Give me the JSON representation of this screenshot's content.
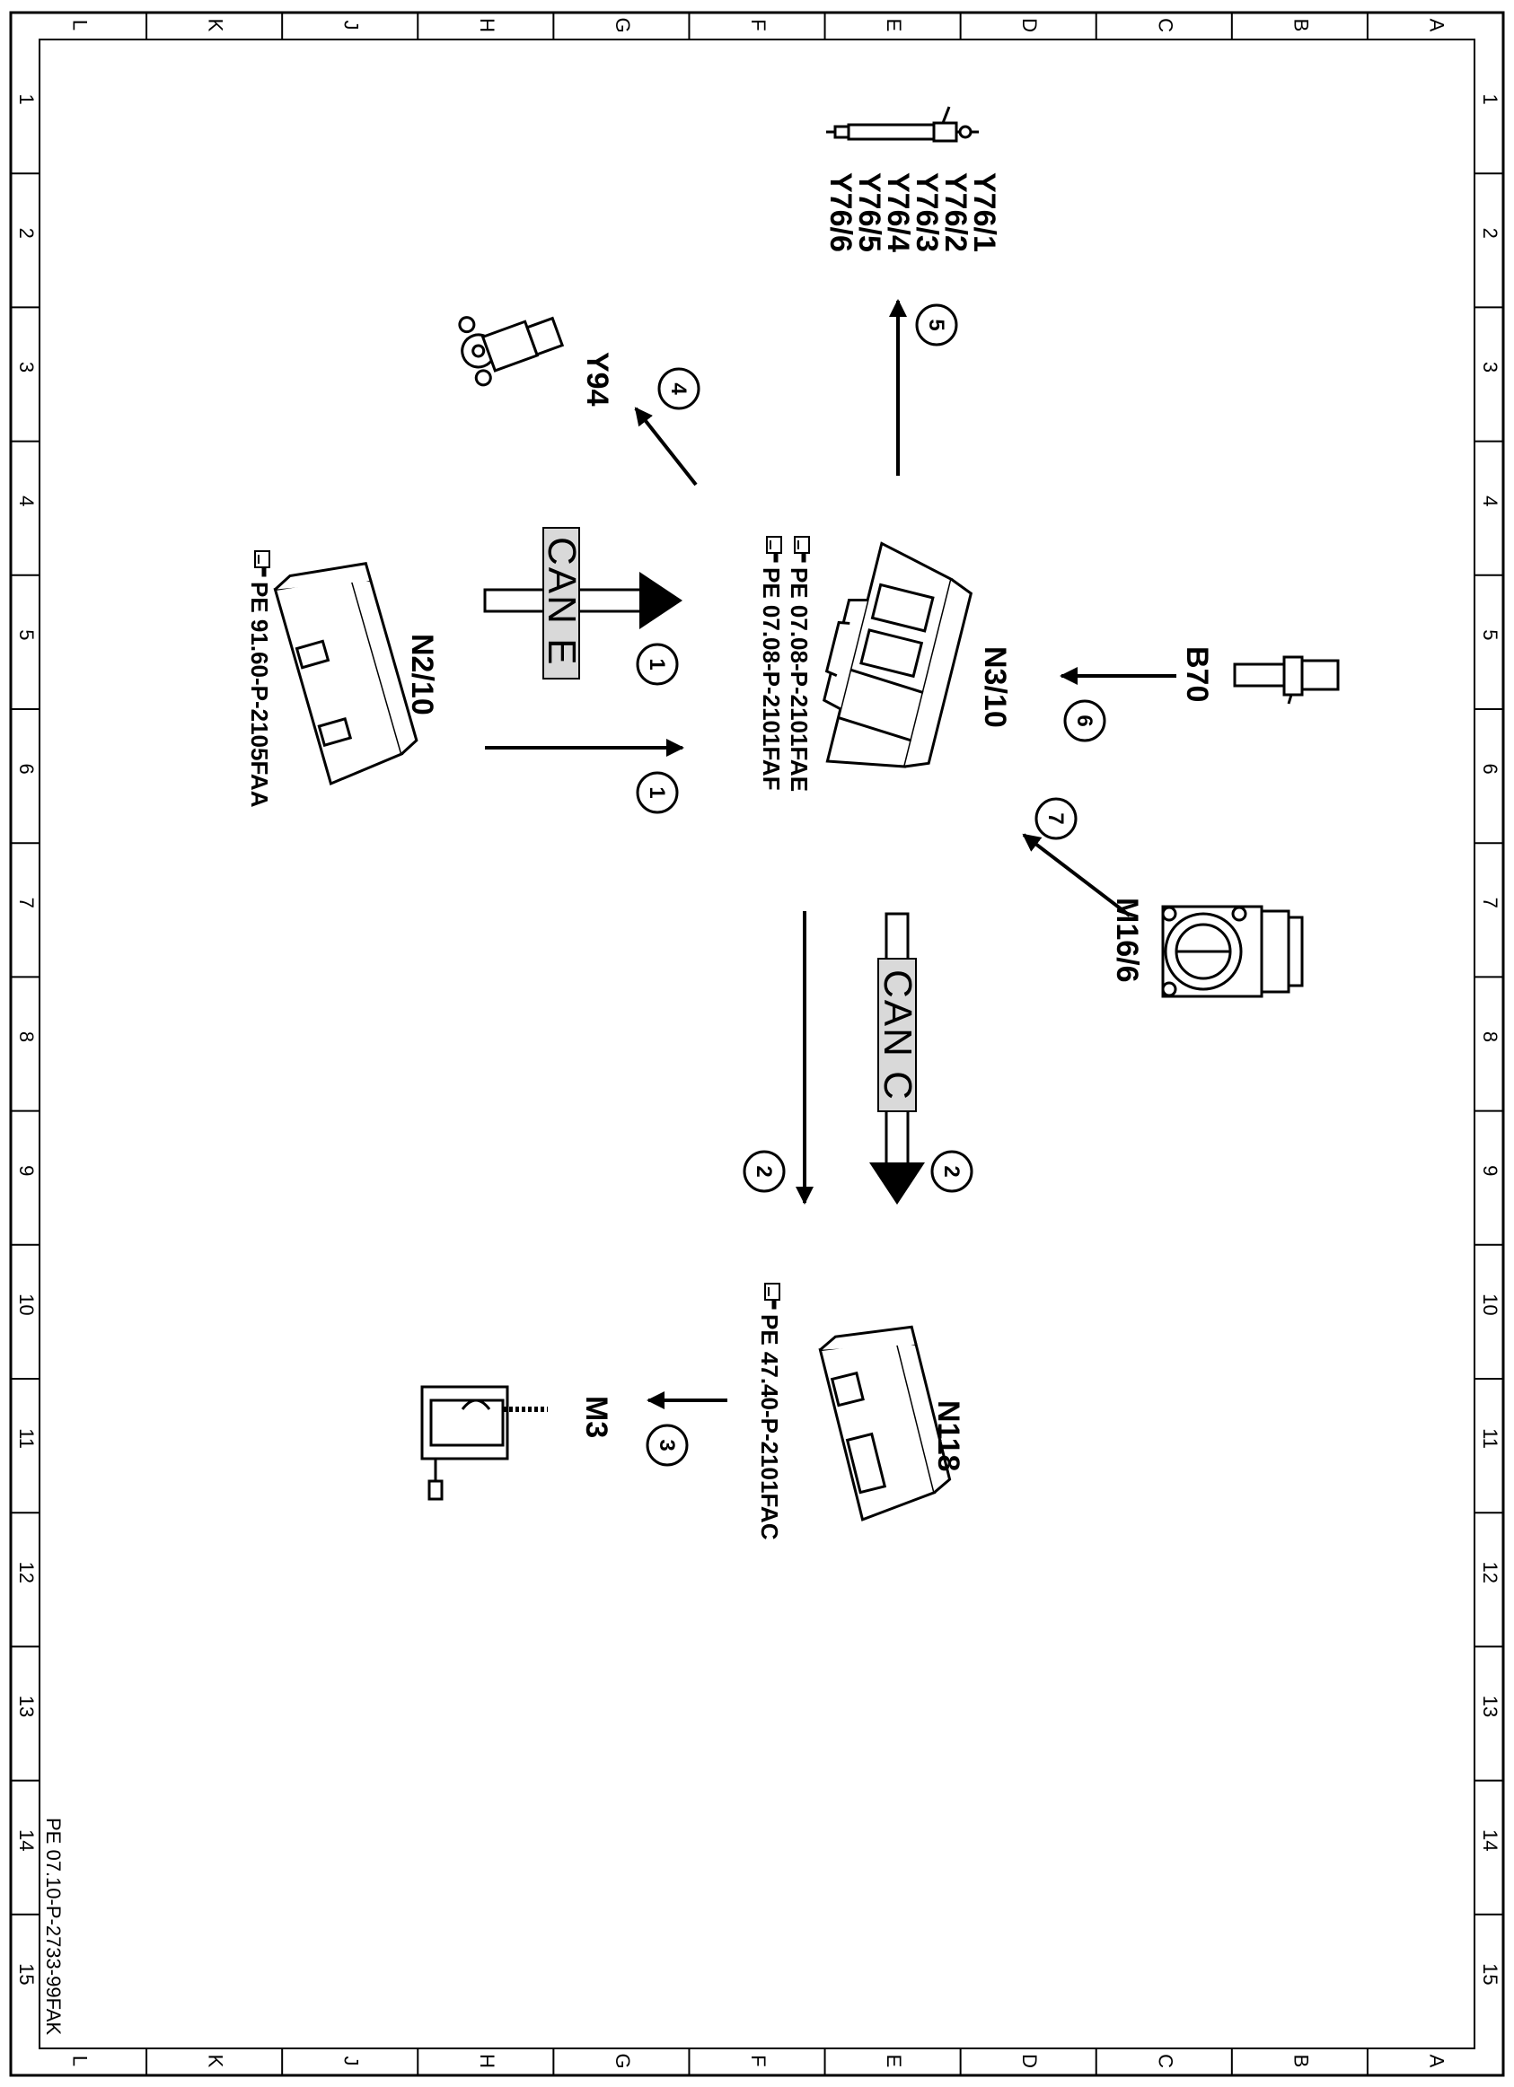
{
  "frame": {
    "columns": [
      "L",
      "K",
      "J",
      "H",
      "G",
      "F",
      "E",
      "D",
      "C",
      "B",
      "A"
    ],
    "rows": [
      "1",
      "2",
      "3",
      "4",
      "5",
      "6",
      "7",
      "8",
      "9",
      "10",
      "11",
      "12",
      "13",
      "14",
      "15"
    ]
  },
  "doc_id": "PE 07.10-P-2733-99FAK",
  "components": {
    "n3_10": {
      "code": "N3/10",
      "refs": [
        "PE 07.08-P-2101FAE",
        "PE 07.08-P-2101FAF"
      ]
    },
    "n2_10": {
      "code": "N2/10",
      "ref": "PE 91.60-P-2105FAA"
    },
    "n118": {
      "code": "N118",
      "ref": "PE 47.40-P-2101FAC"
    },
    "y94": {
      "code": "Y94"
    },
    "y76": {
      "codes": [
        "Y76/1",
        "Y76/2",
        "Y76/3",
        "Y76/4",
        "Y76/5",
        "Y76/6"
      ]
    },
    "b70": {
      "code": "B70"
    },
    "m16_6": {
      "code": "M16/6"
    },
    "m3": {
      "code": "M3"
    }
  },
  "buses": {
    "can_e": "CAN E",
    "can_c": "CAN C"
  },
  "signals": {
    "s1a": "1",
    "s1b": "1",
    "s2a": "2",
    "s2b": "2",
    "s3": "3",
    "s4": "4",
    "s5": "5",
    "s6": "6",
    "s7": "7"
  },
  "colors": {
    "ink": "#000000",
    "paper": "#ffffff",
    "bus_fill": "#d9d9d9"
  }
}
